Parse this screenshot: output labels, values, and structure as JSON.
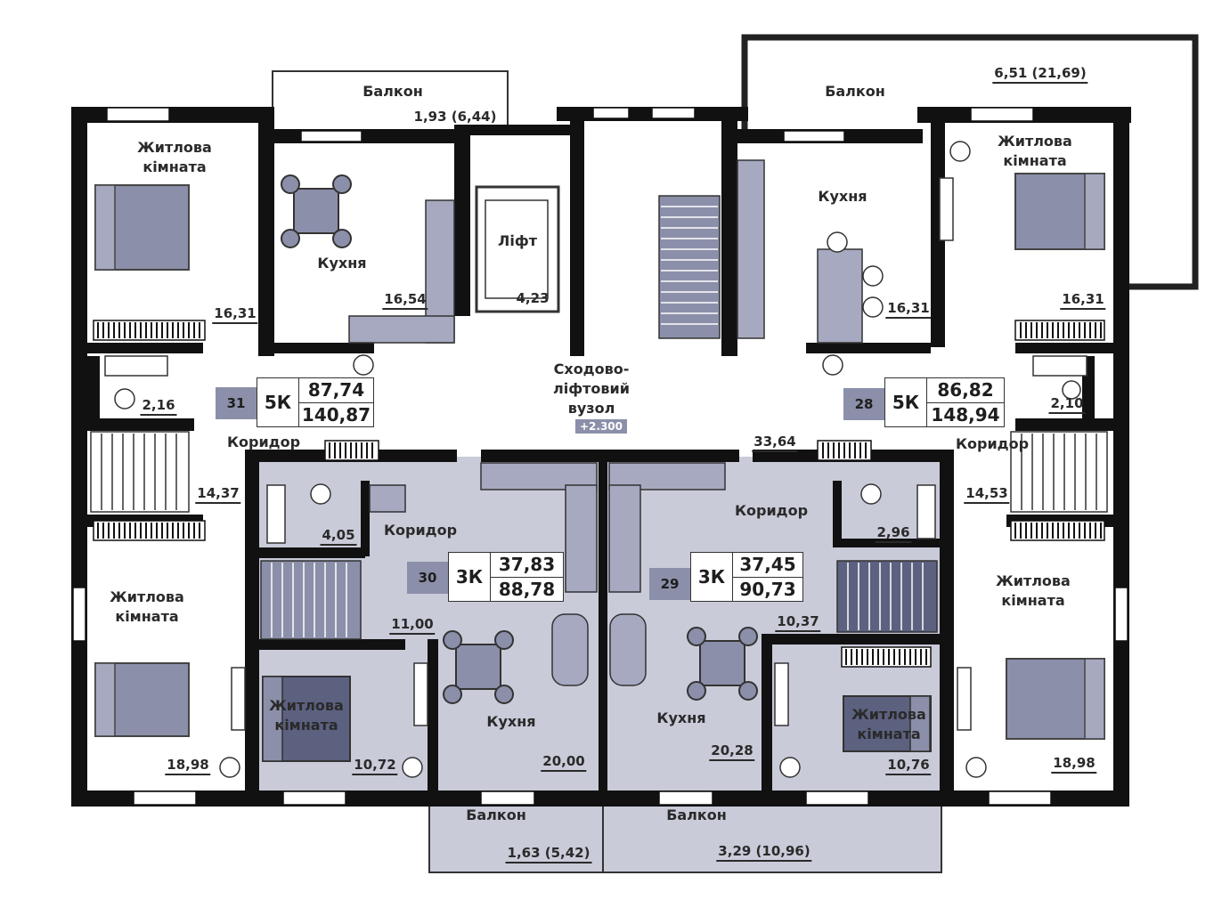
{
  "rooms": {
    "balcony_top_left": {
      "name": "Балкон",
      "area": "1,93 (6,44)"
    },
    "balcony_top_right": {
      "name": "Балкон",
      "area": "6,51 (21,69)"
    },
    "balcony_bottom_left": {
      "name": "Балкон",
      "area": "1,63 (5,42)"
    },
    "balcony_bottom_right": {
      "name": "Балкон",
      "area": "3,29 (10,96)"
    },
    "a31_bedroom_top": {
      "name": "Житлова кімната",
      "area": "16,31"
    },
    "a31_kitchen": {
      "name": "Кухня",
      "area": "16,54"
    },
    "a31_bath": {
      "area": "2,16"
    },
    "a31_corridor": {
      "name": "Коридор",
      "area": "14,37"
    },
    "a31_bedroom_bottom": {
      "name": "Житлова кімната",
      "area": "18,98"
    },
    "lift": {
      "name": "Ліфт",
      "area": "4,23"
    },
    "stair_node": {
      "name": "Сходово-ліфтовий вузол",
      "area": "33,64",
      "elevation": "+2.300"
    },
    "a28_kitchen": {
      "name": "Кухня",
      "area": "16,31"
    },
    "a28_bedroom_top": {
      "name": "Житлова кімната",
      "area": "16,31"
    },
    "a28_bath": {
      "area": "2,10"
    },
    "a28_corridor": {
      "name": "Коридор",
      "area": "14,53"
    },
    "a28_bedroom_bottom": {
      "name": "Житлова кімната",
      "area": "18,98"
    },
    "a30_bath": {
      "area": "4,05"
    },
    "a30_corridor": {
      "name": "Коридор",
      "area": "11,00"
    },
    "a30_bedroom": {
      "name": "Житлова кімната",
      "area": "10,72"
    },
    "a30_kitchen": {
      "name": "Кухня",
      "area": "20,00"
    },
    "a29_corridor": {
      "name": "Коридор",
      "area": "10,37"
    },
    "a29_bath": {
      "area": "2,96"
    },
    "a29_kitchen": {
      "name": "Кухня",
      "area": "20,28"
    },
    "a29_bedroom": {
      "name": "Житлова кімната",
      "area": "10,76"
    }
  },
  "apartments": [
    {
      "number": "31",
      "rooms": "5К",
      "living_area": "87,74",
      "total_area": "140,87"
    },
    {
      "number": "30",
      "rooms": "3К",
      "living_area": "37,83",
      "total_area": "88,78"
    },
    {
      "number": "29",
      "rooms": "3К",
      "living_area": "37,45",
      "total_area": "90,73"
    },
    {
      "number": "28",
      "rooms": "5К",
      "living_area": "86,82",
      "total_area": "148,94"
    }
  ],
  "colors": {
    "wall": "#111111",
    "apartment_fill": "#c9cbd9",
    "furniture": "#8b8fa9",
    "furniture_dark": "#5c6180",
    "number_badge": "#8b8fa9"
  }
}
